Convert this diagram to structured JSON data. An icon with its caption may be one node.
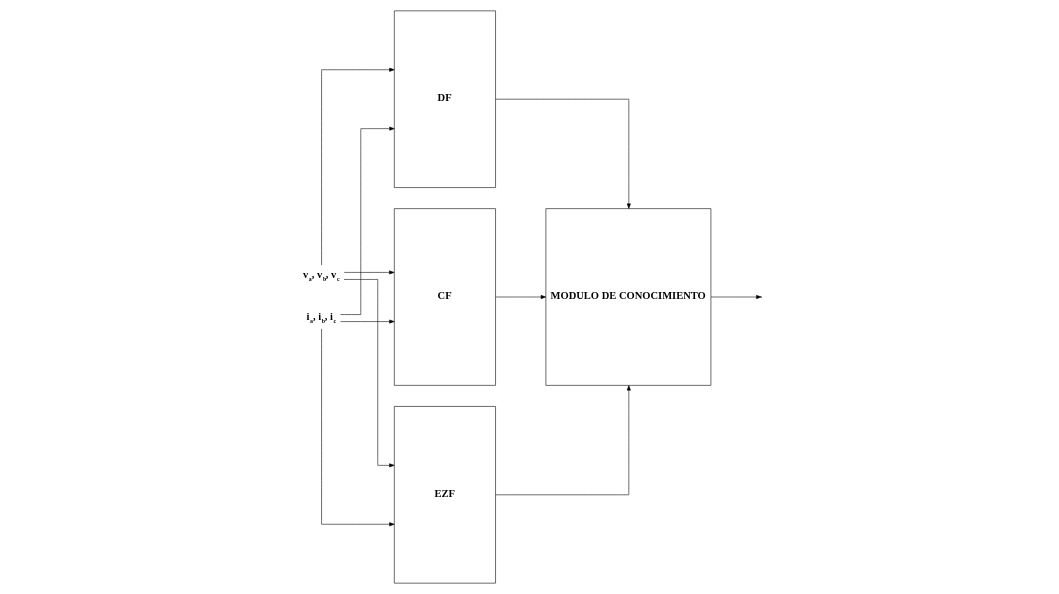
{
  "diagram": {
    "nodes": [
      {
        "text": [
          "v$_{a}$, v$_{b}$, v$_{c}$"
        ]
      },
      {
        "text": [
          "i$_{a}$, i$_{b}$, i$_{c}$"
        ]
      },
      {
        "text": [
          "DF"
        ]
      },
      {
        "text": [
          "CF"
        ]
      },
      {
        "text": [
          "EZF"
        ]
      },
      {
        "text": [
          "MODULO DE CONOCIMIENTO"
        ]
      }
    ],
    "edges": [
      {
        "from": 0,
        "to": 2,
        "arrow": "to"
      },
      {
        "from": 0,
        "to": 3,
        "arrow": "to"
      },
      {
        "from": 0,
        "to": 4,
        "arrow": "to"
      },
      {
        "from": 1,
        "to": 2,
        "arrow": "to"
      },
      {
        "from": 1,
        "to": 3,
        "arrow": "to"
      },
      {
        "from": 1,
        "to": 4,
        "arrow": "to"
      },
      {
        "from": 2,
        "to": 5,
        "arrow": "to"
      },
      {
        "from": 3,
        "to": 5,
        "arrow": "to"
      },
      {
        "from": 4,
        "to": 5,
        "arrow": "to"
      },
      {
        "from": 5,
        "to": null,
        "arrow": "to"
      }
    ]
  }
}
